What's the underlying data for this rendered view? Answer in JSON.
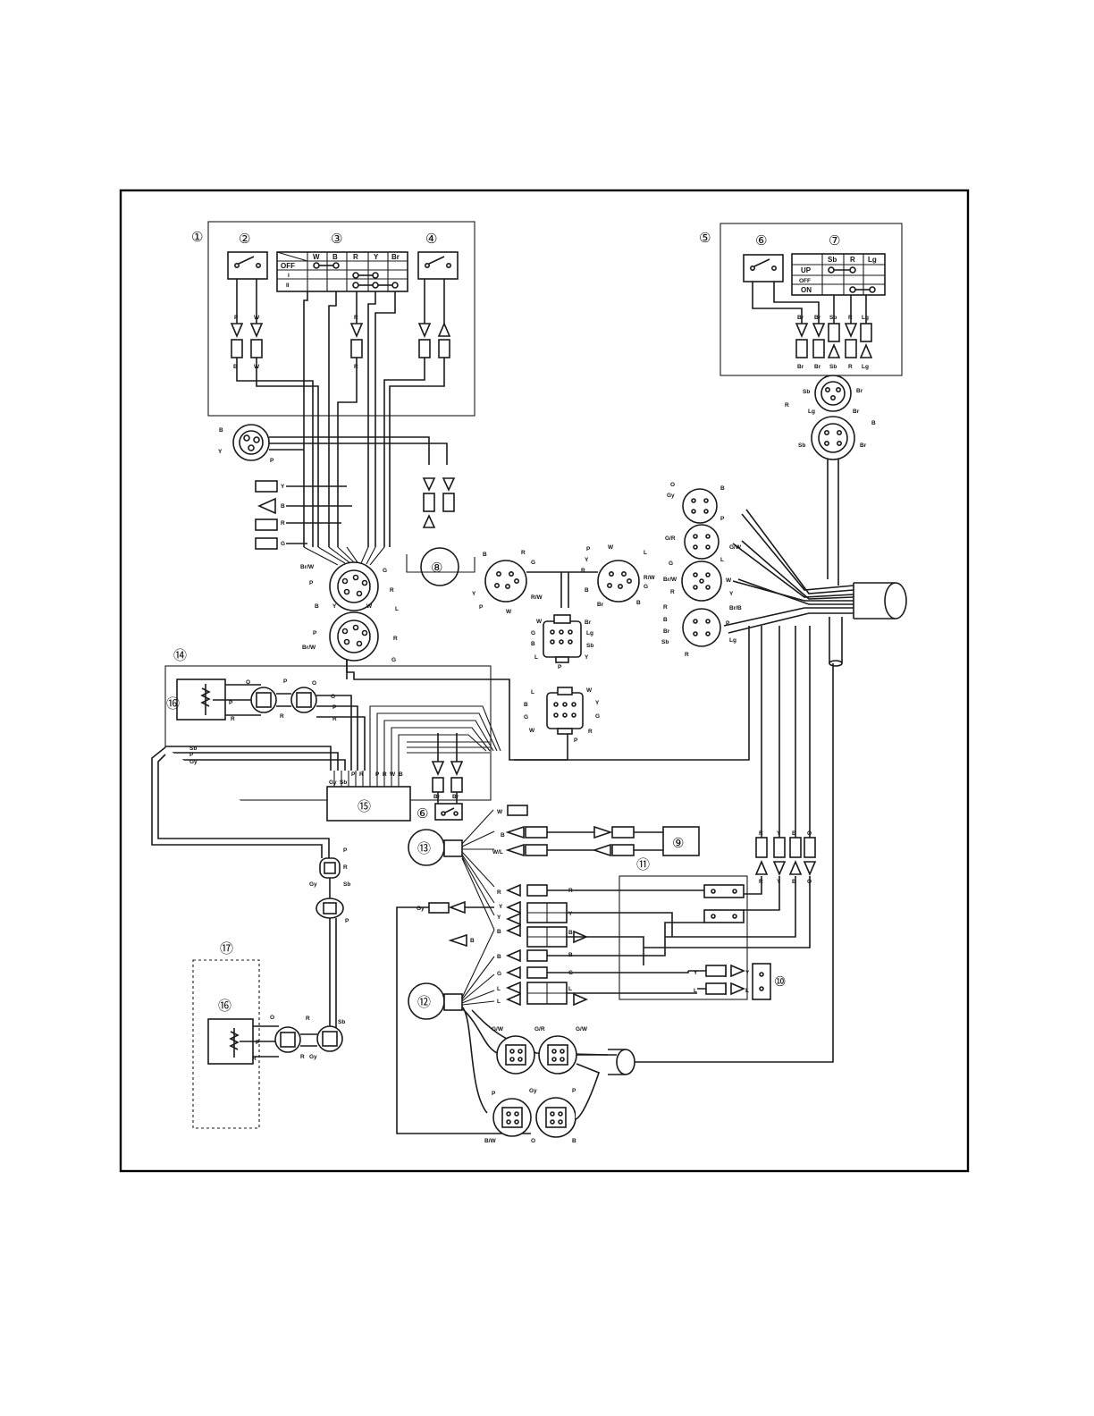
{
  "callouts": {
    "c1": "①",
    "c2": "②",
    "c3": "③",
    "c4": "④",
    "c5": "⑤",
    "c6": "⑥",
    "c7": "⑦",
    "c8": "⑧",
    "c9": "⑨",
    "c10": "⑩",
    "c11": "⑪",
    "c12": "⑫",
    "c13": "⑬",
    "c14": "⑭",
    "c15": "⑮",
    "c16": "⑯",
    "c17": "⑰"
  },
  "main_switch_table": {
    "positions": [
      "OFF",
      "I",
      "II"
    ],
    "columns": [
      "W",
      "B",
      "R",
      "Y",
      "Br"
    ]
  },
  "trim_switch_table": {
    "positions": [
      "UP",
      "OFF",
      "ON"
    ],
    "columns": [
      "Sb",
      "R",
      "Lg"
    ]
  },
  "wire_colors": {
    "p": "P",
    "w": "W",
    "b": "B",
    "r": "R",
    "y": "Y",
    "g": "G",
    "l": "L",
    "o": "O",
    "br": "Br",
    "sb": "Sb",
    "lg": "Lg",
    "gy": "Gy",
    "brw": "Br/W",
    "rw": "R/W",
    "gr": "G/R",
    "gw": "G/W",
    "wl": "W/L",
    "brb": "Br/B",
    "bw": "B/W"
  },
  "colors": {
    "ink": "#1a1a1a",
    "paper": "#ffffff"
  }
}
